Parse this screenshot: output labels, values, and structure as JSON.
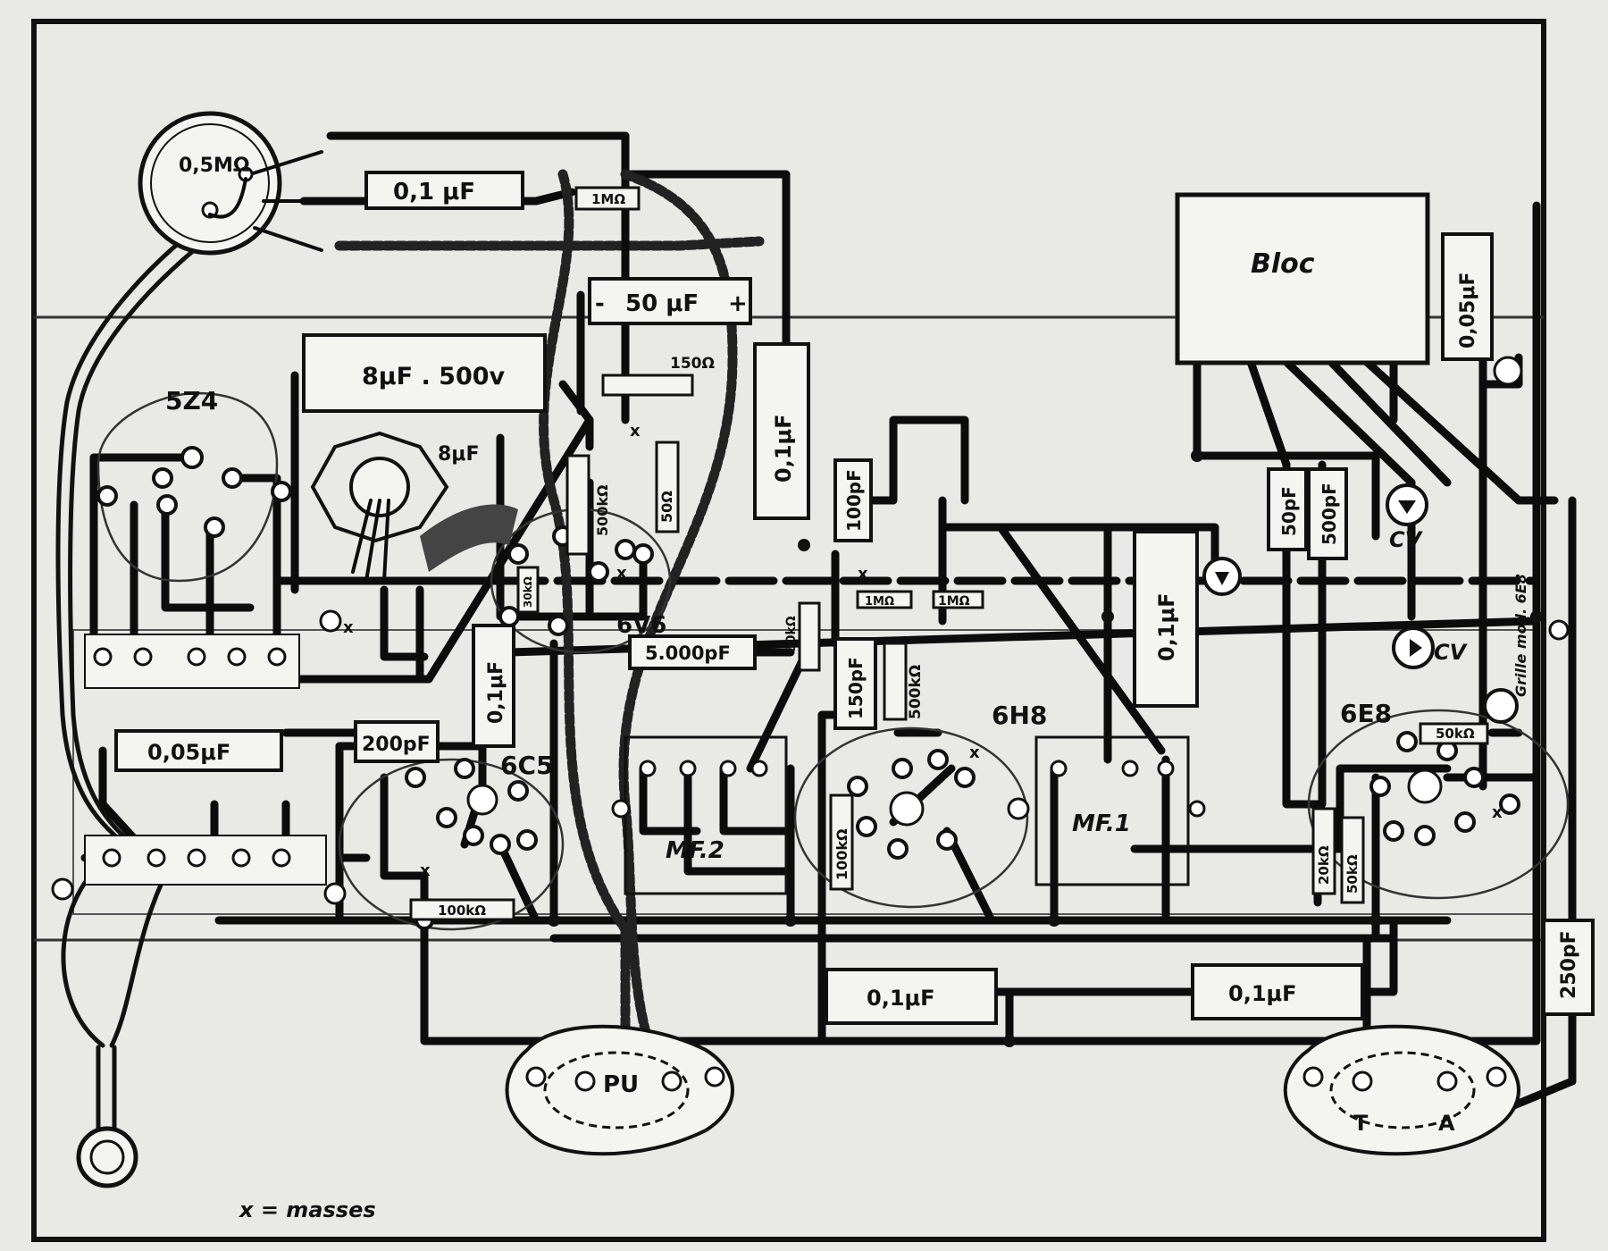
{
  "components": {
    "pot": "0,5MΩ",
    "c_01_top": "0,1 μF",
    "r_1m_top": "1MΩ",
    "c_50uf": "50 μF",
    "c_50uf_minus": "-",
    "c_50uf_plus": "+",
    "c_8uf_500v": "8μF . 500v",
    "c_8uf_can": "8μF",
    "r_150": "150Ω",
    "r_500k": "500kΩ",
    "r_50": "50Ω",
    "c_01_vertical": "0,1μF",
    "c_100pf": "100pF",
    "r_1m_mid": "1MΩ",
    "r_1m_mid2": "1MΩ",
    "r_30k": "30kΩ",
    "c_5000pf": "5.000pF",
    "r_50k_mid": "50kΩ",
    "c_150pf": "150pF",
    "r_500k_mid": "500kΩ",
    "c_01_6c5": "0,1μF",
    "c_005": "0,05μF",
    "c_200pf": "200pF",
    "r_100k_6c5": "100kΩ",
    "r_100k_6h8": "100kΩ",
    "c_01_mf1": "0,1μF",
    "bloc": "Bloc",
    "c_005_bloc": "0,05μF",
    "c_50pf": "50pF",
    "c_500pf": "500pF",
    "cv_1": "CV",
    "cv_2": "CV",
    "grille_note": "Grille mod. 6E8",
    "r_50k_6e8": "50kΩ",
    "r_20k": "20kΩ",
    "r_50k_6e8b": "50kΩ",
    "c_01_bottom1": "0,1μF",
    "c_01_bottom2": "0,1μF",
    "c_250pf": "250pF"
  },
  "tubes": {
    "t5z4": "5Z4",
    "t6v6": "6V6",
    "t6c5": "6C5",
    "t6h8": "6H8",
    "t6e8": "6E8",
    "mf1": "MF.1",
    "mf2": "MF.2"
  },
  "terminals": {
    "pu": "PU",
    "t": "T",
    "a": "A",
    "x": "x"
  },
  "legend": "x = masses",
  "colors": {
    "ink": "#111111",
    "paper": "#e9e9e5"
  }
}
